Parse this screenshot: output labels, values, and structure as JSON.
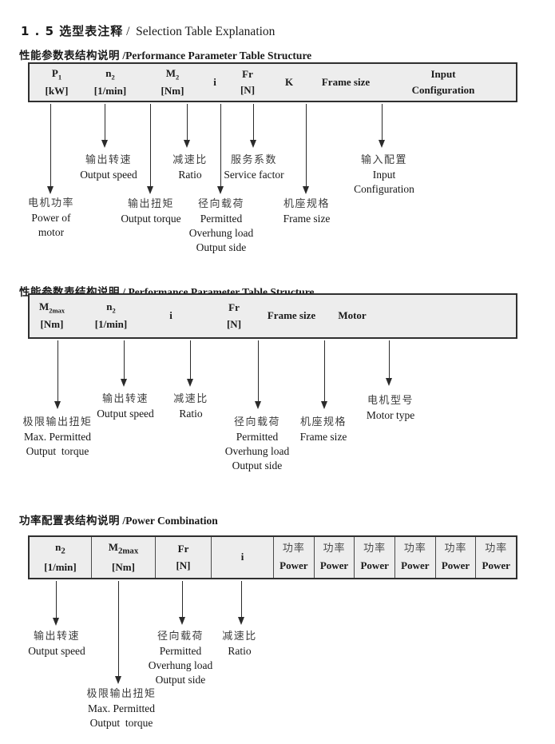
{
  "page": {
    "title_cn": "1 . 5 选型表注释",
    "title_en": " /  Selection Table Explanation"
  },
  "sections": [
    {
      "heading_cn": "性能参数表结构说明",
      "heading_en": " /Performance Parameter Table Structure",
      "table": [
        {
          "line1": "P",
          "sub": "1",
          "line2": "[kW]"
        },
        {
          "line1": "n",
          "sub": "2",
          "line2": "[1/min]"
        },
        {
          "line1": "M",
          "sub": "2",
          "line2": "[Nm]"
        },
        {
          "line1": "i"
        },
        {
          "line1": "Fr",
          "line2": "[N]"
        },
        {
          "line1": "K"
        },
        {
          "line1": "Frame size"
        },
        {
          "line1": "Input",
          "line2": "Configuration"
        }
      ],
      "callouts": [
        {
          "lines": [
            "电机功率",
            "Power of",
            "motor"
          ]
        },
        {
          "lines": [
            "输出转速",
            "Output speed"
          ]
        },
        {
          "lines": [
            "输出扭矩",
            "Output torque"
          ]
        },
        {
          "lines": [
            "减速比",
            "Ratio"
          ]
        },
        {
          "lines": [
            "径向载荷",
            "Permitted",
            "Overhung load",
            "Output side"
          ]
        },
        {
          "lines": [
            "服务系数",
            "Service factor"
          ]
        },
        {
          "lines": [
            "机座规格",
            "Frame size"
          ]
        },
        {
          "lines": [
            "输入配置",
            "Input",
            "Configuration"
          ]
        }
      ]
    },
    {
      "heading_cn": "性能参数表结构说明",
      "heading_en": " / Performance Parameter Table Structure",
      "table": [
        {
          "line1": "M",
          "sub": "2max",
          "line2": "[Nm]"
        },
        {
          "line1": "n",
          "sub": "2",
          "line2": "[1/min]"
        },
        {
          "line1": "i"
        },
        {
          "line1": "Fr",
          "line2": "[N]"
        },
        {
          "line1": "Frame size"
        },
        {
          "line1": "Motor"
        }
      ],
      "callouts": [
        {
          "lines": [
            "极限输出扭矩",
            "Max. Permitted",
            "Output  torque"
          ]
        },
        {
          "lines": [
            "输出转速",
            "Output speed"
          ]
        },
        {
          "lines": [
            "减速比",
            "Ratio"
          ]
        },
        {
          "lines": [
            "径向载荷",
            "Permitted",
            "Overhung load",
            "Output side"
          ]
        },
        {
          "lines": [
            "机座规格",
            "Frame size"
          ]
        },
        {
          "lines": [
            "电机型号",
            "Motor type"
          ]
        }
      ]
    },
    {
      "heading_cn": "功率配置表结构说明",
      "heading_en": " /Power Combination",
      "table": [
        {
          "line1": "n",
          "sub": "2",
          "line2": "[1/min]"
        },
        {
          "line1": "M",
          "sub": "2max",
          "line2": "[Nm]"
        },
        {
          "line1": "Fr",
          "line2": "[N]"
        },
        {
          "line1": "i"
        }
      ],
      "power": {
        "cn": "功率",
        "en": "Power",
        "count": 6
      },
      "callouts": [
        {
          "lines": [
            "输出转速",
            "Output speed"
          ]
        },
        {
          "lines": [
            "极限输出扭矩",
            "Max. Permitted",
            "Output  torque"
          ]
        },
        {
          "lines": [
            "径向载荷",
            "Permitted",
            "Overhung load",
            "Output side"
          ]
        },
        {
          "lines": [
            "减速比",
            "Ratio"
          ]
        }
      ]
    }
  ],
  "colors": {
    "table_fill": "#ededed",
    "border": "#2f2f2f",
    "text": "#1a1a1a"
  }
}
